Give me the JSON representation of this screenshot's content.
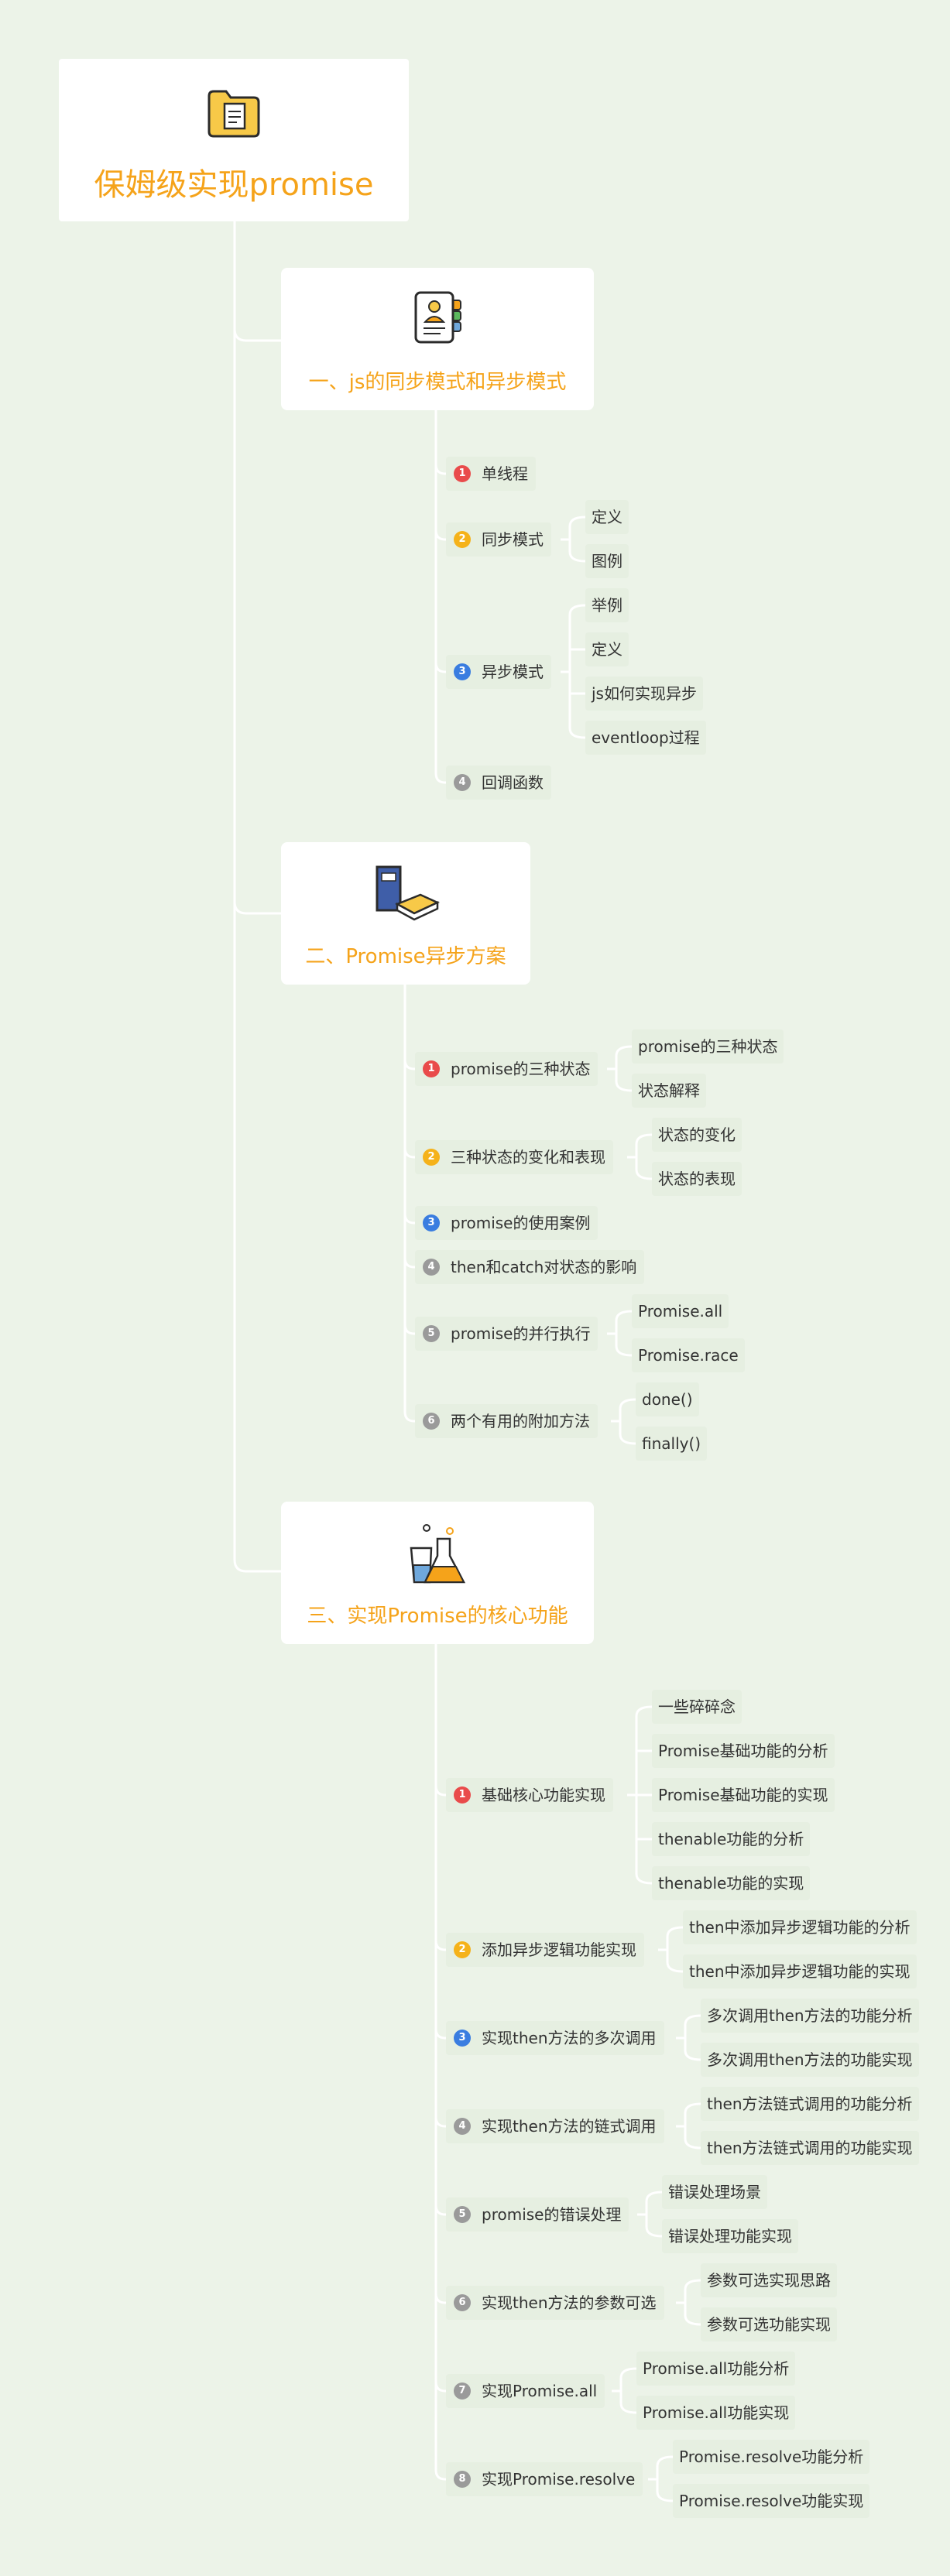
{
  "root": {
    "title": "保姆级实现promise",
    "icon": "folder-document-icon"
  },
  "sections": [
    {
      "title": "一、js的同步模式和异步模式",
      "icon": "contact-card-icon",
      "items": [
        {
          "num": "1",
          "label": "单线程",
          "children": []
        },
        {
          "num": "2",
          "label": "同步模式",
          "children": [
            "定义",
            "图例"
          ]
        },
        {
          "num": "3",
          "label": "异步模式",
          "children": [
            "举例",
            "定义",
            "js如何实现异步",
            "eventloop过程"
          ]
        },
        {
          "num": "4",
          "label": "回调函数",
          "children": []
        }
      ]
    },
    {
      "title": "二、Promise异步方案",
      "icon": "books-icon",
      "items": [
        {
          "num": "1",
          "label": "promise的三种状态",
          "children": [
            "promise的三种状态",
            "状态解释"
          ]
        },
        {
          "num": "2",
          "label": "三种状态的变化和表现",
          "children": [
            "状态的变化",
            "状态的表现"
          ]
        },
        {
          "num": "3",
          "label": "promise的使用案例",
          "children": []
        },
        {
          "num": "4",
          "label": "then和catch对状态的影响",
          "children": []
        },
        {
          "num": "5",
          "label": "promise的并行执行",
          "children": [
            "Promise.all",
            "Promise.race"
          ]
        },
        {
          "num": "6",
          "label": "两个有用的附加方法",
          "children": [
            "done()",
            "finally()"
          ]
        }
      ]
    },
    {
      "title": "三、实现Promise的核心功能",
      "icon": "lab-flask-icon",
      "items": [
        {
          "num": "1",
          "label": "基础核心功能实现",
          "children": [
            "一些碎碎念",
            "Promise基础功能的分析",
            "Promise基础功能的实现",
            "thenable功能的分析",
            "thenable功能的实现"
          ]
        },
        {
          "num": "2",
          "label": "添加异步逻辑功能实现",
          "children": [
            "then中添加异步逻辑功能的分析",
            "then中添加异步逻辑功能的实现"
          ]
        },
        {
          "num": "3",
          "label": "实现then方法的多次调用",
          "children": [
            "多次调用then方法的功能分析",
            "多次调用then方法的功能实现"
          ]
        },
        {
          "num": "4",
          "label": "实现then方法的链式调用",
          "children": [
            "then方法链式调用的功能分析",
            "then方法链式调用的功能实现"
          ]
        },
        {
          "num": "5",
          "label": "promise的错误处理",
          "children": [
            "错误处理场景",
            "错误处理功能实现"
          ]
        },
        {
          "num": "6",
          "label": "实现then方法的参数可选",
          "children": [
            "参数可选实现思路",
            "参数可选功能实现"
          ]
        },
        {
          "num": "7",
          "label": "实现Promise.all",
          "children": [
            "Promise.all功能分析",
            "Promise.all功能实现"
          ]
        },
        {
          "num": "8",
          "label": "实现Promise.resolve",
          "children": [
            "Promise.resolve功能分析",
            "Promise.resolve功能实现"
          ]
        }
      ]
    }
  ],
  "colors": {
    "background": "#ecf3e8",
    "title": "#f5a31a",
    "badge_1": "#e94b4b",
    "badge_2": "#f5b21a",
    "badge_3": "#3a7de0",
    "badge_other": "#9a9a9a",
    "connector": "#ffffff"
  }
}
